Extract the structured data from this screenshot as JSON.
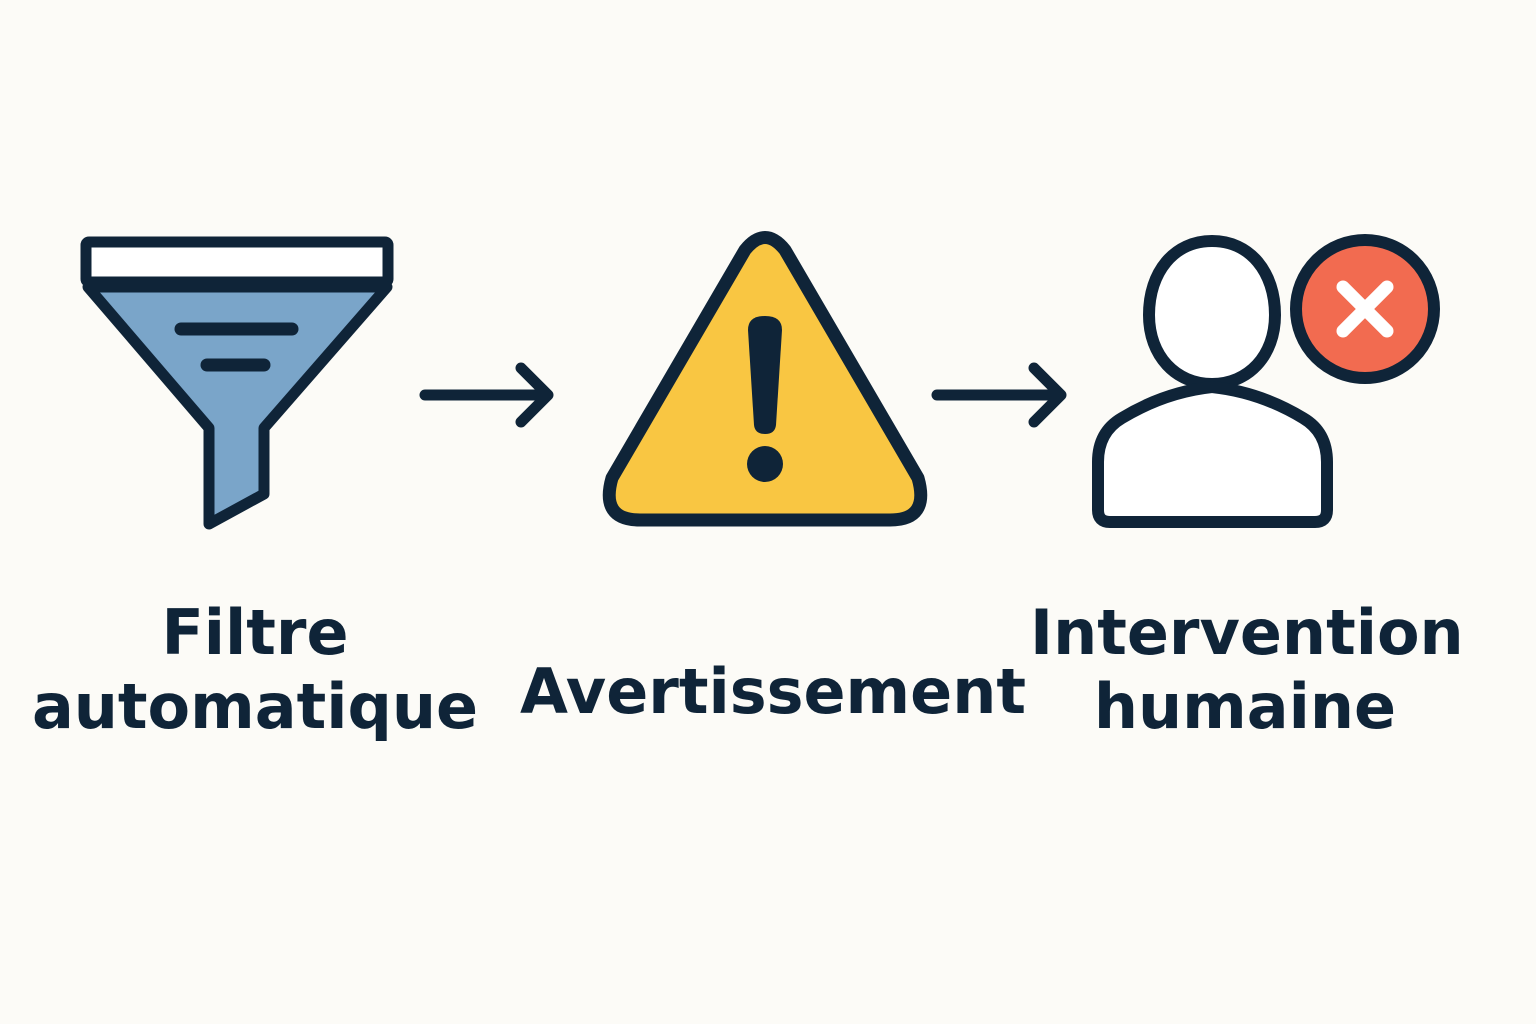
{
  "steps": [
    {
      "id": "filter",
      "icon": "funnel-icon",
      "label_lines": [
        "Filtre",
        "automatique"
      ],
      "color": "#7aa5c9"
    },
    {
      "id": "warning",
      "icon": "warning-triangle-icon",
      "label_lines": [
        "Avertissement"
      ],
      "color": "#f9c642"
    },
    {
      "id": "human",
      "icon": "person-with-x-icon",
      "label_lines": [
        "Intervention",
        "humaine"
      ],
      "color": "#f26b50"
    }
  ],
  "connectors": [
    "right-arrow-icon",
    "right-arrow-icon"
  ],
  "colors": {
    "background": "#fcfbf7",
    "outline": "#0f2438",
    "funnel_fill": "#7aa5c9",
    "warning_fill": "#f9c642",
    "error_fill": "#f26b50",
    "white": "#ffffff"
  }
}
